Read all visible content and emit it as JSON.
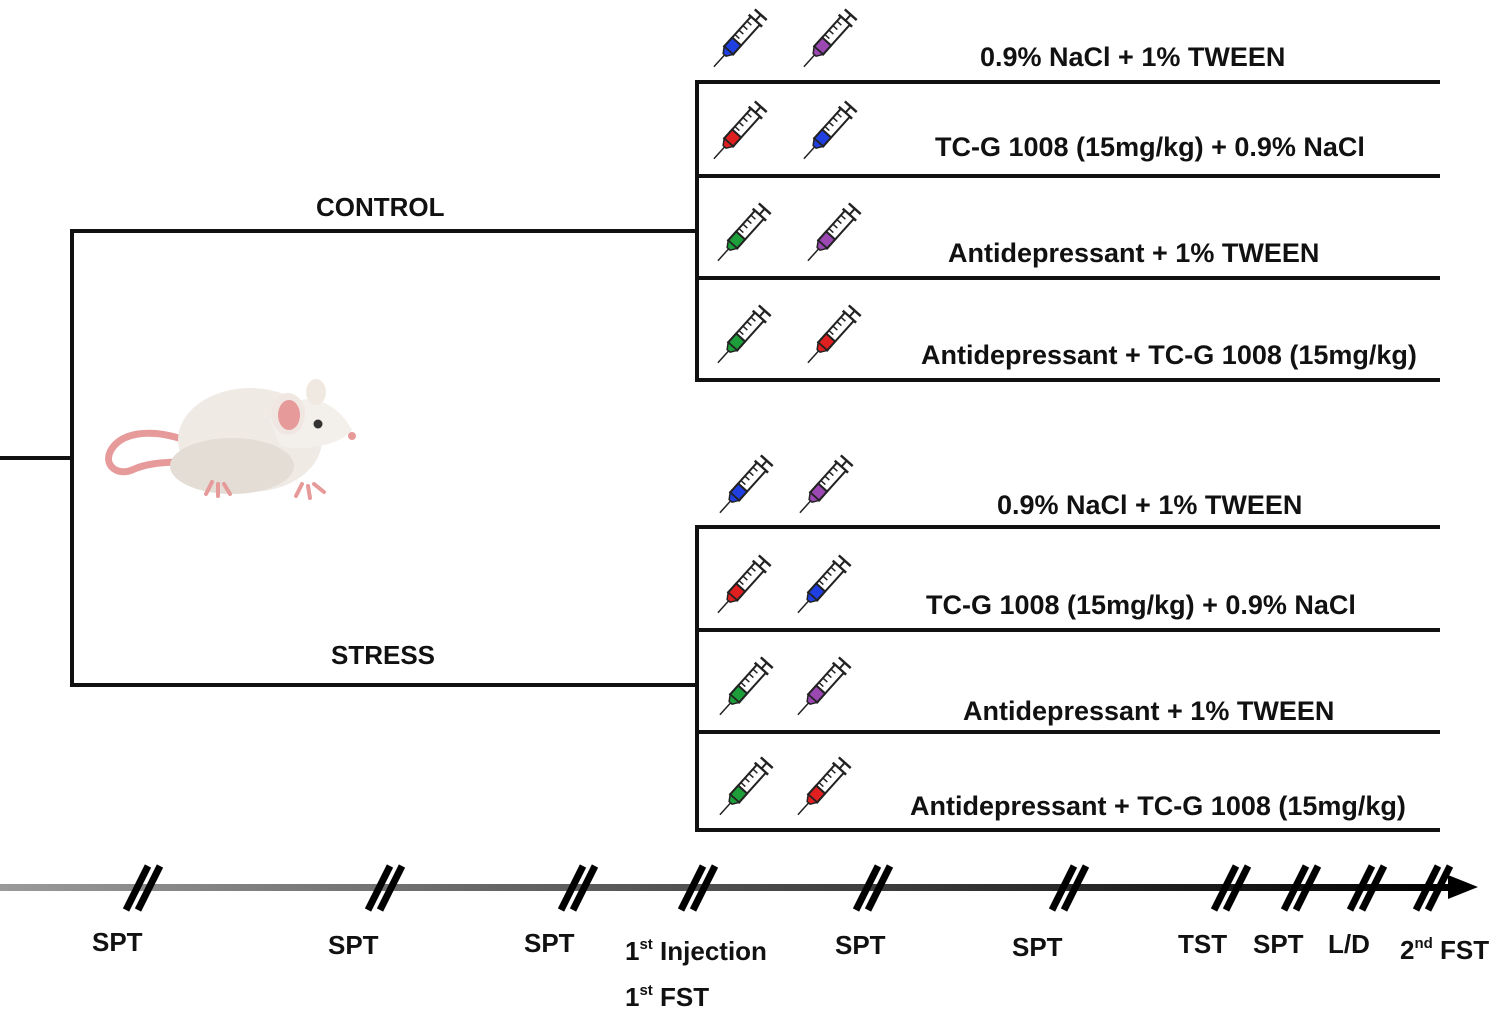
{
  "groups": {
    "control": {
      "label": "CONTROL",
      "treatments": [
        {
          "label": "0.9% NaCl + 1% TWEEN",
          "syringes": [
            "#1f3fe0",
            "#9b48b3"
          ]
        },
        {
          "label": "TC-G 1008 (15mg/kg) + 0.9% NaCl",
          "syringes": [
            "#e02020",
            "#1f3fe0"
          ]
        },
        {
          "label": "Antidepressant + 1% TWEEN",
          "syringes": [
            "#1e9e3a",
            "#9b48b3"
          ]
        },
        {
          "label": "Antidepressant + TC-G 1008 (15mg/kg)",
          "syringes": [
            "#1e9e3a",
            "#e02020"
          ]
        }
      ]
    },
    "stress": {
      "label": "STRESS",
      "treatments": [
        {
          "label": "0.9% NaCl + 1% TWEEN",
          "syringes": [
            "#1f3fe0",
            "#9b48b3"
          ]
        },
        {
          "label": "TC-G 1008 (15mg/kg) + 0.9% NaCl",
          "syringes": [
            "#e02020",
            "#1f3fe0"
          ]
        },
        {
          "label": "Antidepressant + 1% TWEEN",
          "syringes": [
            "#1e9e3a",
            "#9b48b3"
          ]
        },
        {
          "label": "Antidepressant + TC-G 1008 (15mg/kg)",
          "syringes": [
            "#1e9e3a",
            "#e02020"
          ]
        }
      ]
    }
  },
  "timeline": {
    "events": [
      {
        "line1": "SPT"
      },
      {
        "line1": "SPT"
      },
      {
        "line1": "SPT"
      },
      {
        "line1_sup": "st",
        "line1_pre": "1",
        "line1_post": " Injection",
        "line2_pre": "1",
        "line2_sup": "st",
        "line2_post": " FST"
      },
      {
        "line1": "SPT"
      },
      {
        "line1": "SPT"
      },
      {
        "line1": "TST"
      },
      {
        "line1": "SPT"
      },
      {
        "line1": "L/D"
      },
      {
        "line1_pre": "2",
        "line1_sup": "nd",
        "line1_post": " FST"
      }
    ]
  },
  "icons": {
    "animal": "mouse-icon",
    "injection": "syringe-icon",
    "break": "double-slash-icon"
  }
}
